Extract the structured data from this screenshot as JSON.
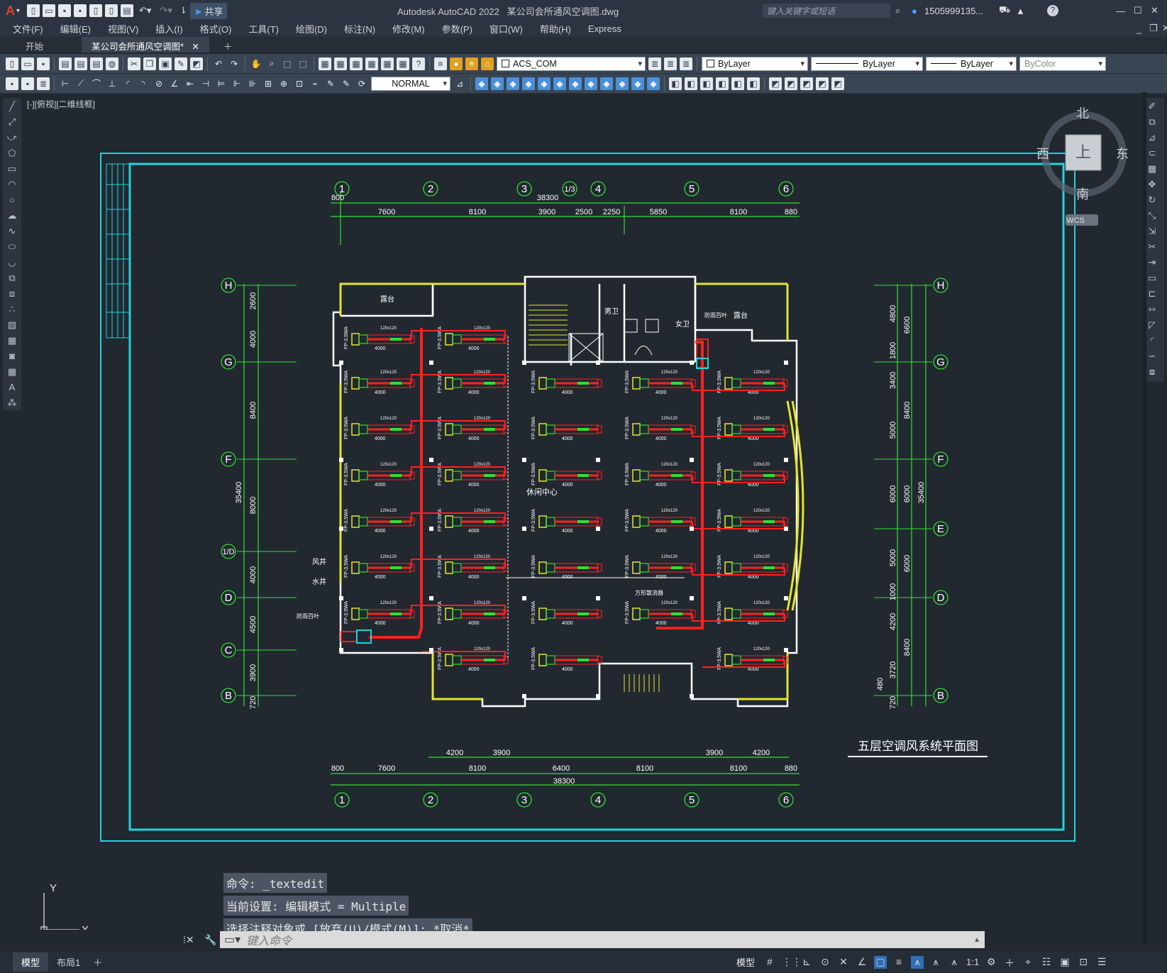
{
  "window": {
    "app_title": "Autodesk AutoCAD 2022",
    "file_title": "某公司会所通风空调图.dwg",
    "share_label": "共享",
    "search_placeholder": "键入关键字或短语",
    "user": "1505999135..."
  },
  "menu": [
    "文件(F)",
    "编辑(E)",
    "视图(V)",
    "插入(I)",
    "格式(O)",
    "工具(T)",
    "绘图(D)",
    "标注(N)",
    "修改(M)",
    "参数(P)",
    "窗口(W)",
    "帮助(H)",
    "Express"
  ],
  "tabs": {
    "start": "开始",
    "file": "某公司会所通风空调图*"
  },
  "toolbar": {
    "layer": "ACS_COM",
    "textstyle": "NORMAL",
    "color": "ByLayer",
    "linetype": "ByLayer",
    "lineweight": "ByLayer",
    "plotstyle": "ByColor"
  },
  "viewport_label": "[-][俯视][二维线框]",
  "viewcube": {
    "north": "北",
    "south": "南",
    "east": "东",
    "west": "西",
    "top": "上",
    "wcs": "WCS"
  },
  "drawing": {
    "title": "五层空调风系统平面图",
    "grid_cols": [
      "1",
      "2",
      "3",
      "1/3",
      "4",
      "5",
      "6"
    ],
    "grid_rows": [
      "H",
      "G",
      "F",
      "1/D",
      "D",
      "C",
      "B"
    ],
    "right_rows": [
      "H",
      "G",
      "F",
      "E",
      "D",
      "B"
    ],
    "top_dims": [
      "800",
      "7600",
      "8100",
      "3900",
      "2500",
      "2250",
      "5850",
      "8100",
      "880"
    ],
    "top_total": "38300",
    "bottom_dims": [
      "800",
      "7600",
      "8100",
      "6400",
      "8100",
      "8100",
      "880"
    ],
    "bottom_sub": [
      "4200",
      "3900",
      "3900",
      "4200"
    ],
    "bottom_total": "38300",
    "left_dims": [
      "2600",
      "4000",
      "8400",
      "8000",
      "4000",
      "4500",
      "3900",
      "720"
    ],
    "left_total": "35400",
    "right_dims": [
      "4800",
      "6600",
      "1800",
      "3400",
      "8400",
      "5000",
      "6000",
      "6000",
      "5000",
      "6000",
      "1000",
      "4200",
      "8400",
      "3720",
      "480",
      "720"
    ],
    "right_total": "35400",
    "room_labels": [
      "露台",
      "露台",
      "男卫",
      "女卫",
      "休闲中心",
      "风井",
      "水井",
      "防雨百叶",
      "方形散流器"
    ],
    "unit_label": "FP-3.5WA",
    "duct_label": "120x120",
    "len_label": "4000"
  },
  "command": {
    "hist1": "命令:  _textedit",
    "hist2": "当前设置: 编辑模式 = Multiple",
    "hist3": "选择注释对象或 [放弃(U)/模式(M)]: *取消*",
    "placeholder": "键入命令"
  },
  "status": {
    "model_tab": "模型",
    "layout_tab": "布局1",
    "model_btn": "模型",
    "scale": "1:1"
  }
}
